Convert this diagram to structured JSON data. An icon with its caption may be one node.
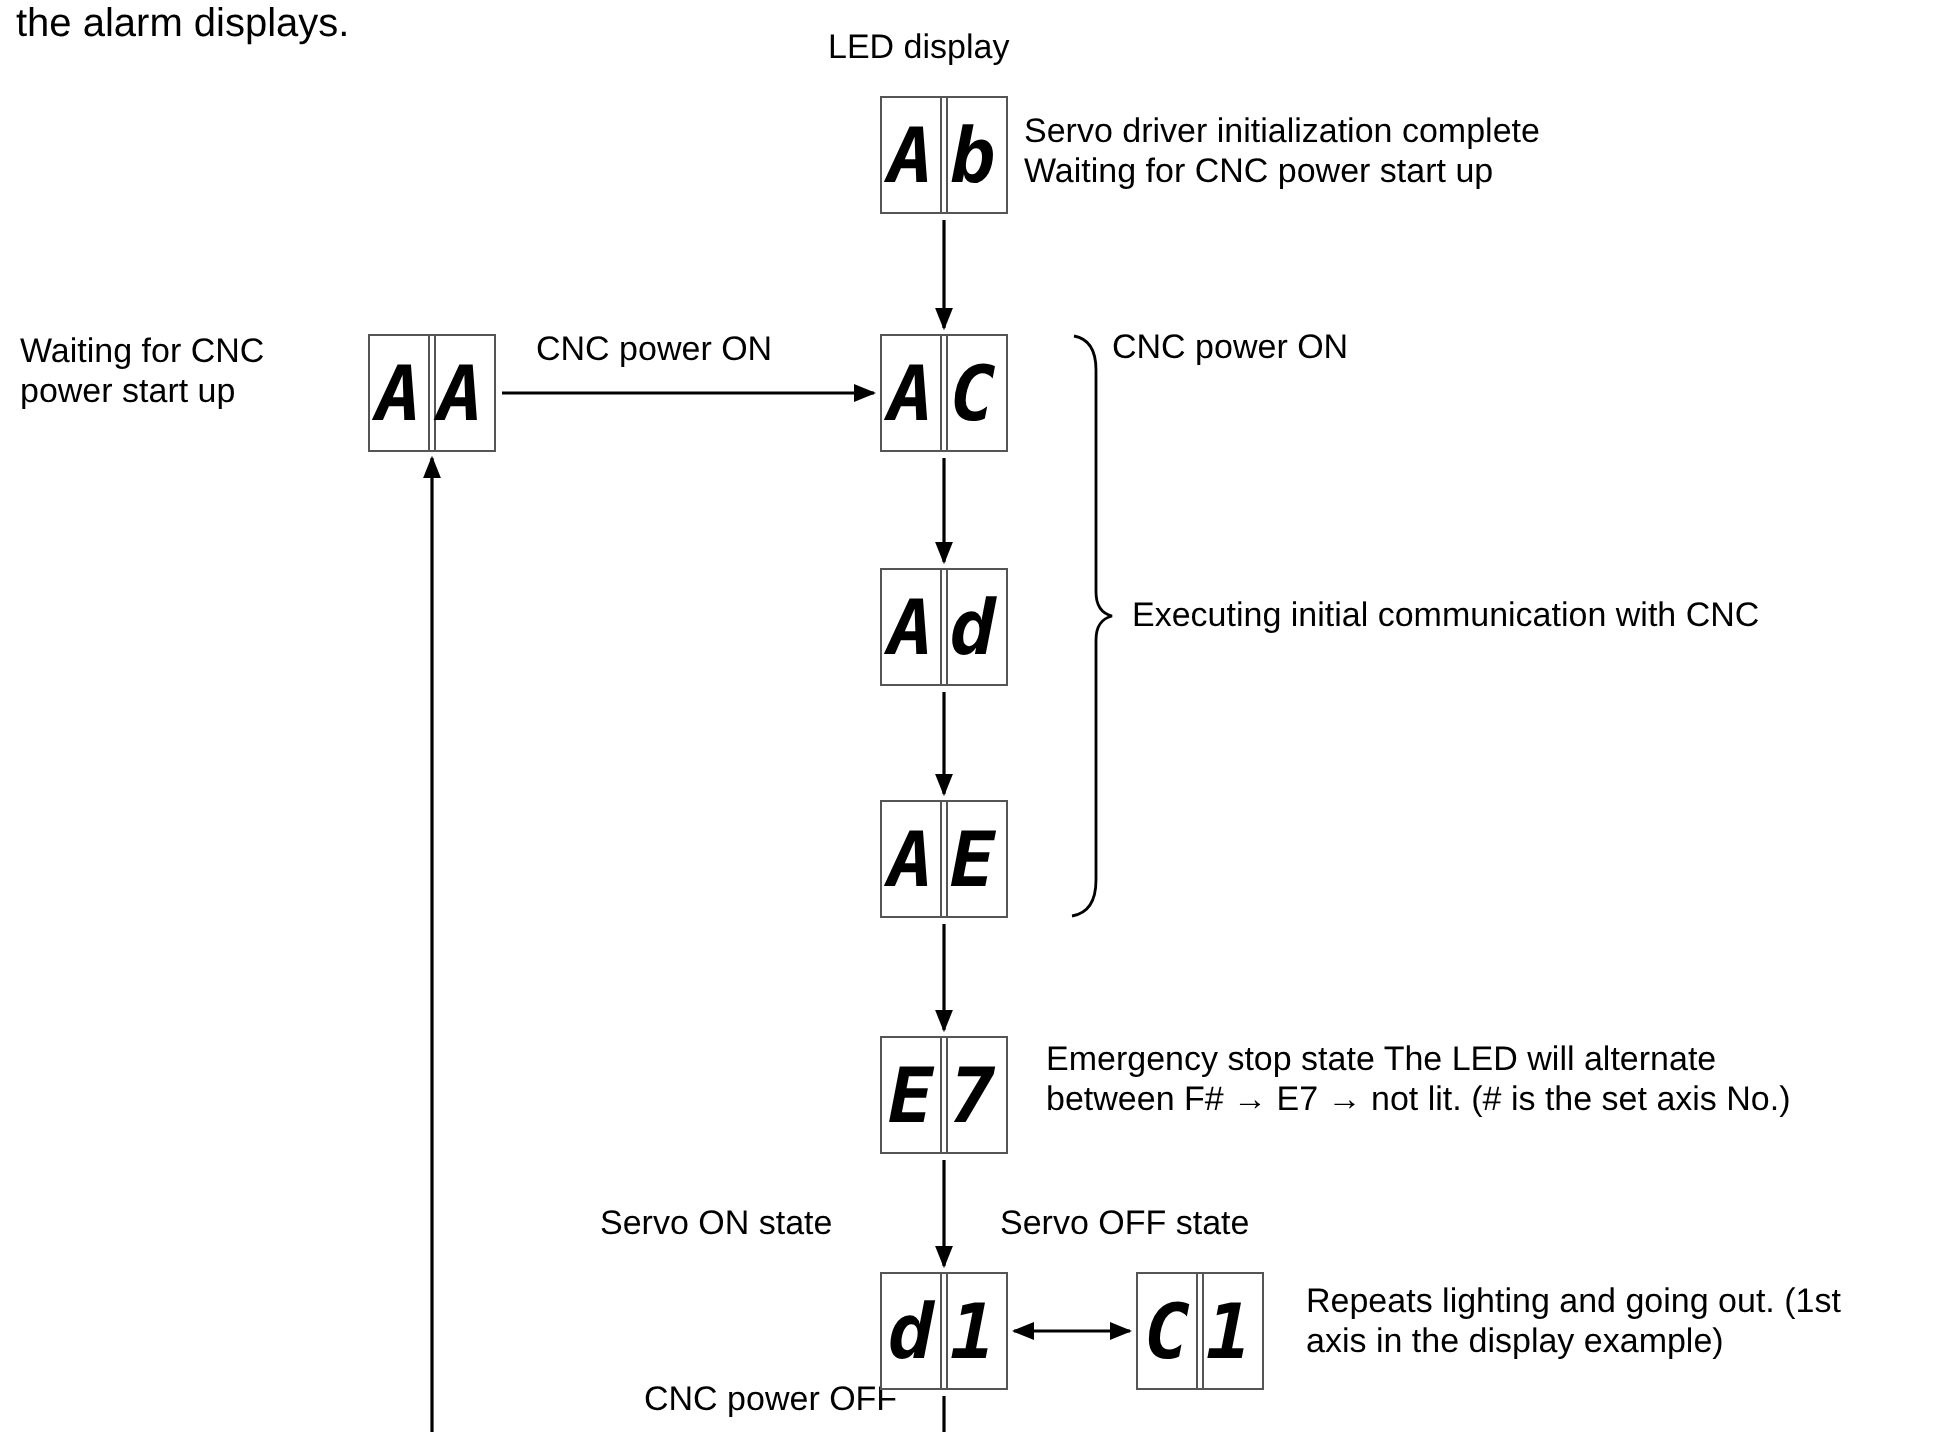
{
  "diagram": {
    "nodes": [
      {
        "text": [
          "AA"
        ],
        "beside": [
          "Waiting for CNC power start up"
        ]
      },
      {
        "text": [
          "Ab"
        ],
        "beside": [
          "Servo driver initialization complete Waiting for CNC power start up"
        ]
      },
      {
        "text": [
          "AC"
        ]
      },
      {
        "text": [
          "Ad"
        ]
      },
      {
        "text": [
          "AE"
        ]
      },
      {
        "text": [
          "E7"
        ],
        "beside": [
          "Emergency stop state The LED will alternate between F# → E7 → not lit. (# is the set axis No.)"
        ]
      },
      {
        "text": [
          "d1"
        ]
      },
      {
        "text": [
          "C1"
        ],
        "beside": [
          "Servo OFF state",
          "Repeats lighting and going out. (1st axis in the display example)"
        ]
      }
    ],
    "edges": [
      {
        "from": 1,
        "to": 2,
        "arrow": "to"
      },
      {
        "from": 0,
        "to": 2,
        "arrow": "to",
        "label": "CNC power ON"
      },
      {
        "from": 2,
        "to": 3,
        "arrow": "to"
      },
      {
        "from": 3,
        "to": 4,
        "arrow": "to"
      },
      {
        "from": 4,
        "to": 5,
        "arrow": "to"
      },
      {
        "from": 5,
        "to": 6,
        "arrow": "to",
        "label": "Servo ON state"
      },
      {
        "from": 6,
        "to": 7,
        "arrow": "both"
      },
      {
        "from": null,
        "to": 0,
        "arrow": "to"
      },
      {
        "from": 6,
        "to": null,
        "arrow": "none",
        "label": "CNC power OFF"
      }
    ],
    "labels": [
      "the alarm displays.",
      "LED display",
      "CNC power ON",
      "Executing initial communication with CNC"
    ]
  }
}
